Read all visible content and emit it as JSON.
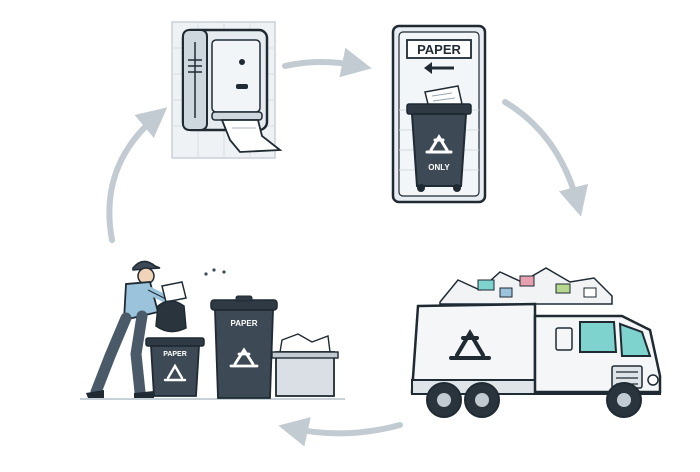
{
  "sign": {
    "label": "PAPER",
    "bin_label": "ONLY"
  },
  "scene": {
    "bin_left_label": "PAPER",
    "bin_right_label": "PAPER"
  },
  "icons": {
    "dispenser": "paper-towel-dispenser-icon",
    "recycle": "recycle-icon",
    "truck": "garbage-truck-icon",
    "worker": "worker-icon",
    "cycle_arrows": "cycle-arrow-icon"
  },
  "colors": {
    "outline": "#1f2a33",
    "bin_dark": "#3d4a55",
    "dispenser_light": "#e6ebef",
    "truck_white": "#f4f6f7",
    "truck_window": "#7fd3cf",
    "arrow_gray": "#c3cbd2",
    "worker_shirt": "#9bc4dc",
    "worker_pants": "#4a5a68"
  }
}
